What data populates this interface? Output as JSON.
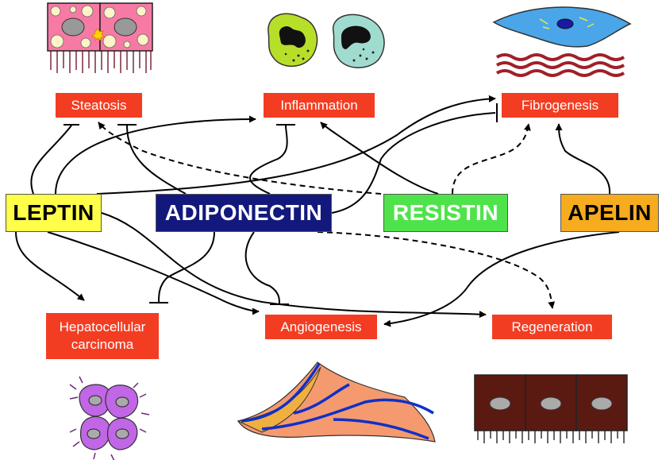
{
  "hormones": {
    "leptin": "LEPTIN",
    "adiponectin": "ADIPONECTIN",
    "resistin": "RESISTIN",
    "apelin": "APELIN"
  },
  "outcomes": {
    "steatosis": "Steatosis",
    "inflammation": "Inflammation",
    "fibrogenesis": "Fibrogenesis",
    "hepatocellular_carcinoma": "Hepatocellular\ncarcinoma",
    "angiogenesis": "Angiogenesis",
    "regeneration": "Regeneration"
  },
  "colors": {
    "outcome_box": "#f33d22",
    "leptin": "#ffff4a",
    "adiponectin": "#13197c",
    "resistin": "#4fe34b",
    "apelin": "#f6ac1e"
  },
  "icons": [
    "steatotic-hepatocytes-icon",
    "inflammatory-cells-icon",
    "stellate-cell-collagen-icon",
    "cancer-cells-icon",
    "blood-vessels-icon",
    "regenerating-hepatocytes-icon"
  ]
}
